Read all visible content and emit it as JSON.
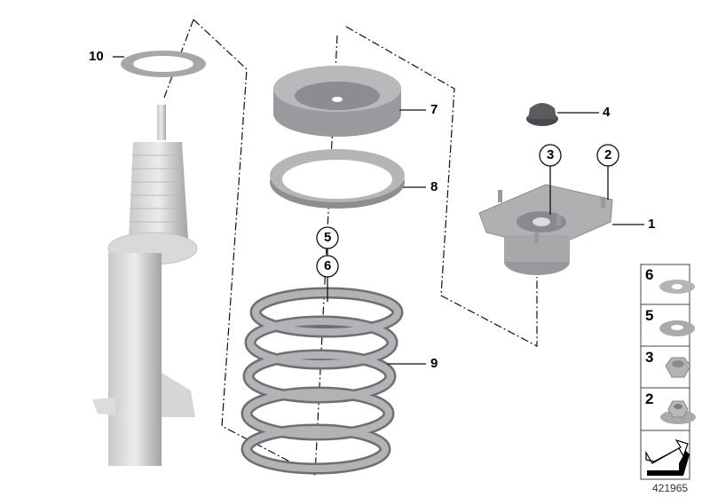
{
  "diagram_number": "421965",
  "callouts": {
    "c1": "1",
    "c2": "2",
    "c3": "3",
    "c4": "4",
    "c5": "5",
    "c6": "6",
    "c7": "7",
    "c8": "8",
    "c9": "9",
    "c10": "10"
  },
  "legend": [
    {
      "label": "6",
      "part": "washer"
    },
    {
      "label": "5",
      "part": "washer"
    },
    {
      "label": "3",
      "part": "self-locking-nut"
    },
    {
      "label": "2",
      "part": "flange-nut"
    },
    {
      "label": "",
      "part": "arrow-icon"
    }
  ],
  "colors": {
    "part": "#a9a9ab",
    "part_dark": "#7d7d80",
    "part_light": "#d6d6d8",
    "line": "#111111"
  }
}
